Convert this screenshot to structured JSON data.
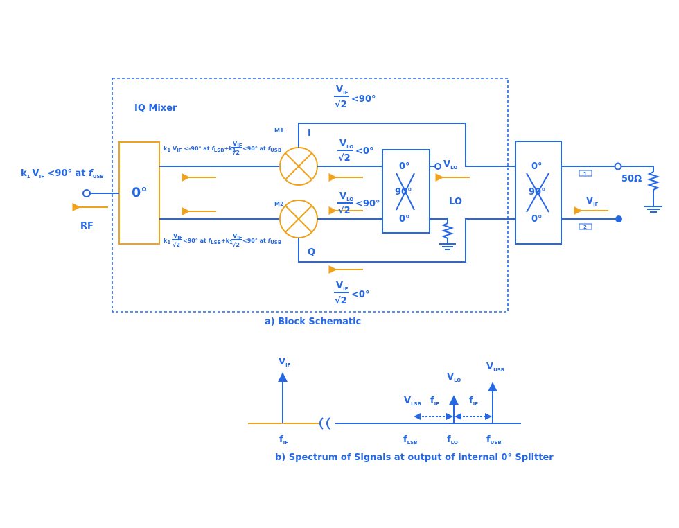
{
  "block": {
    "iq_mixer": "IQ Mixer",
    "m1": "M1",
    "m2": "M2",
    "i": "I",
    "q": "Q",
    "splitter_deg": "0°",
    "hyb_top": "0°",
    "hyb_mid": "90°",
    "hyb_bot": "0°",
    "lo": "LO",
    "rf": "RF",
    "ohm": "50Ω",
    "port1": "1",
    "port2": "2",
    "caption": "a) Block Schematic",
    "rf_label": {
      "k": "k",
      "k_sub": "1",
      "v": "V",
      "v_sub": "IF",
      "rest": " <90° at ",
      "f": "f",
      "f_sub": "USB"
    },
    "vif_top": {
      "num": "V",
      "num_sub": "IF",
      "den": "√2",
      "angle": "<90°"
    },
    "vif_bot": {
      "num": "V",
      "num_sub": "IF",
      "den": "√2",
      "angle": "<0°"
    },
    "vlo_top": {
      "num": "V",
      "num_sub": "LO",
      "den": "√2",
      "angle": "<0°"
    },
    "vlo_bot": {
      "num": "V",
      "num_sub": "LO",
      "den": "√2",
      "angle": "<90°"
    },
    "vlo_port": {
      "v": "V",
      "sub": "LO"
    },
    "vif_port": {
      "v": "V",
      "sub": "IF"
    },
    "upper_expr": {
      "a": "k",
      "a_sub": "1",
      "b": " V",
      "b_sub": "IF",
      "c": " <-90° at ",
      "f1": "f",
      "f1_sub": "LSB",
      "d": "+k",
      "d_sub": "1",
      "frac_num": "V",
      "frac_num_sub": "IF",
      "frac_den": "√2",
      "e": " <90° at ",
      "f2": "f",
      "f2_sub": "USB"
    },
    "lower_expr": {
      "a": "k",
      "a_sub": "1",
      "frac_num": "V",
      "frac_num_sub": "IF",
      "frac_den": "√2",
      "c": " <90° at ",
      "f1": "f",
      "f1_sub": "LSB",
      "d": "+k",
      "d_sub": "1",
      "frac2_num": "V",
      "frac2_num_sub": "IF",
      "frac2_den": "√2",
      "e": " <90° at ",
      "f2": "f",
      "f2_sub": "USB"
    }
  },
  "spectrum": {
    "caption": "b) Spectrum of Signals at output of internal 0° Splitter",
    "vif": {
      "v": "V",
      "sub": "IF"
    },
    "vlo": {
      "v": "V",
      "sub": "LO"
    },
    "vusb": {
      "v": "V",
      "sub": "USB"
    },
    "vlsb": {
      "v": "V",
      "sub": "LSB"
    },
    "fif_left": {
      "v": "f",
      "sub": "IF"
    },
    "fif_right": {
      "v": "f",
      "sub": "IF"
    },
    "x_fif": {
      "v": "f",
      "sub": "IF"
    },
    "x_flsb": {
      "v": "f",
      "sub": "LSB"
    },
    "x_flo": {
      "v": "f",
      "sub": "LO"
    },
    "x_fusb": {
      "v": "f",
      "sub": "USB"
    }
  },
  "colors": {
    "blue": "#2468e6",
    "orange": "#f0a21a"
  }
}
